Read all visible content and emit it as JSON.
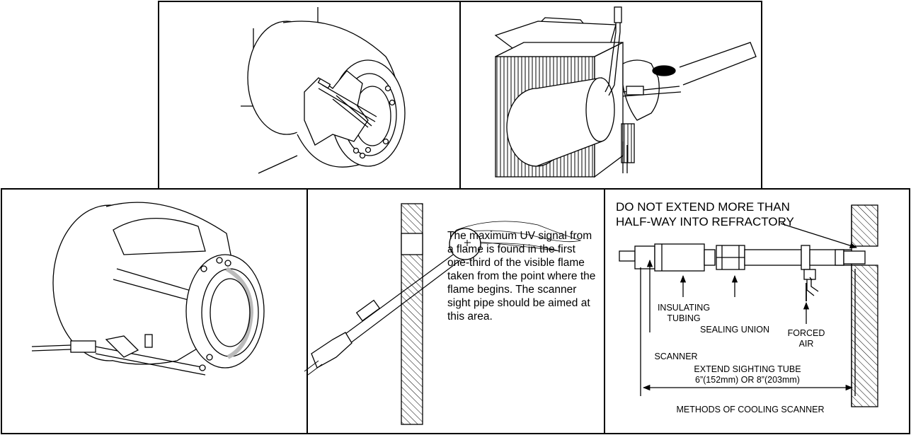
{
  "panel_4": {
    "note": "The maximum UV signal from a flame is found in the first one-third of the visible flame taken from the point where the flame begins. The scanner sight pipe should be aimed at this area."
  },
  "panel_5": {
    "warning_line_1": "DO NOT EXTEND MORE THAN",
    "warning_line_2": "HALF-WAY INTO REFRACTORY",
    "label_insulating_1": "INSULATING",
    "label_insulating_2": "TUBING",
    "label_sealing_union": "SEALING UNION",
    "label_scanner": "SCANNER",
    "label_forced_1": "FORCED",
    "label_forced_2": "AIR",
    "label_extend_1": "EXTEND SIGHTING TUBE",
    "label_extend_2": "6”(152mm) OR 8”(203mm)",
    "caption": "METHODS OF COOLING SCANNER"
  }
}
